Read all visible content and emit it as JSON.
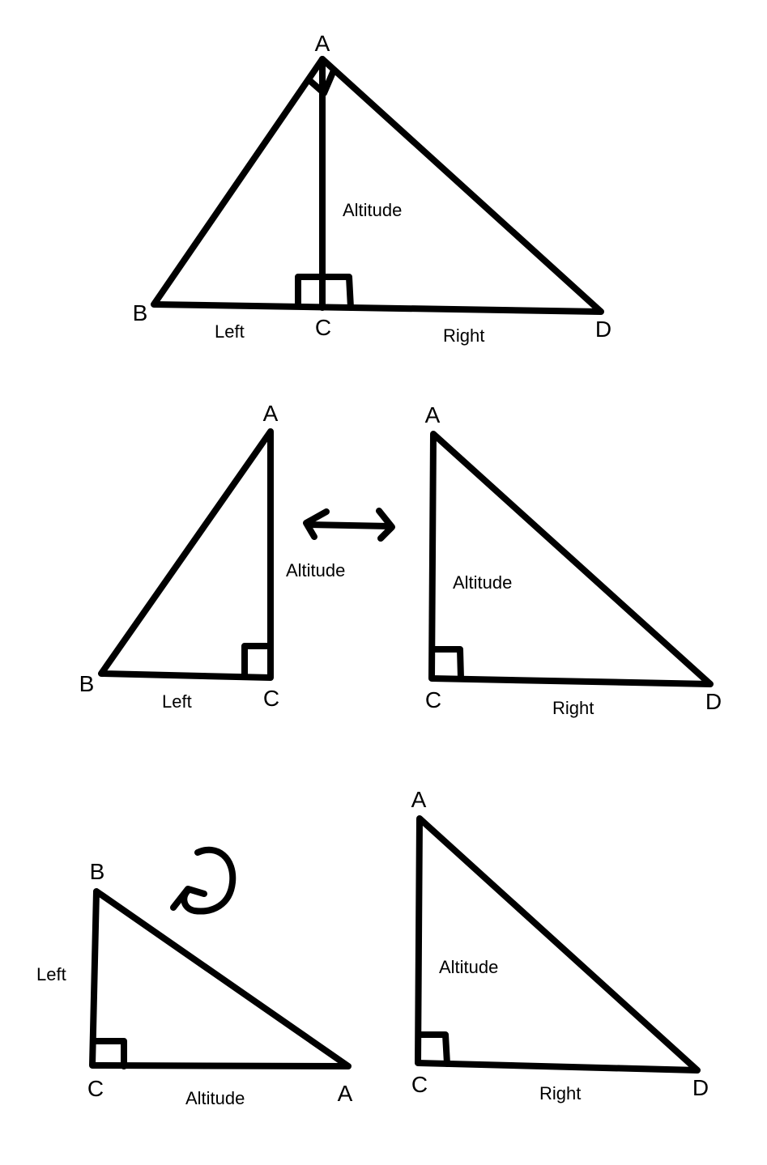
{
  "vertices": {
    "A": "A",
    "B": "B",
    "C": "C",
    "D": "D"
  },
  "sides": {
    "altitude": "Altitude",
    "left": "Left",
    "right": "Right"
  },
  "colors": {
    "ink": "#000000",
    "background": "#ffffff"
  },
  "icons": {
    "swap": "double-headed-arrow-icon",
    "rotate": "rotate-arrow-icon"
  }
}
